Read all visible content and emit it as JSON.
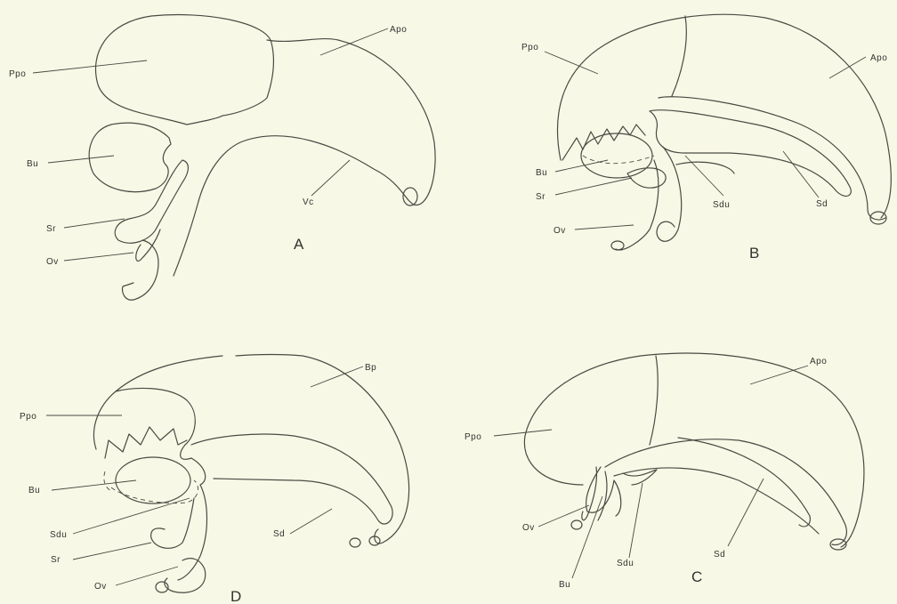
{
  "panels": {
    "A": {
      "letter": "A",
      "labels": {
        "ppo": "Ppo",
        "apo": "Apo",
        "bu": "Bu",
        "vc": "Vc",
        "sr": "Sr",
        "ov": "Ov"
      }
    },
    "B": {
      "letter": "B",
      "labels": {
        "ppo": "Ppo",
        "apo": "Apo",
        "bu": "Bu",
        "sr": "Sr",
        "sdu": "Sdu",
        "sd": "Sd",
        "ov": "Ov"
      }
    },
    "C": {
      "letter": "C",
      "labels": {
        "ppo": "Ppo",
        "apo": "Apo",
        "ov": "Ov",
        "sdu": "Sdu",
        "sd": "Sd",
        "bu": "Bu"
      }
    },
    "D": {
      "letter": "D",
      "labels": {
        "ppo": "Ppo",
        "bp": "Bp",
        "bu": "Bu",
        "sdu": "Sdu",
        "sr": "Sr",
        "sd": "Sd",
        "ov": "Ov"
      }
    }
  },
  "colors": {
    "background": "#f8f8e6",
    "line": "#4a4a44",
    "text": "#333330"
  }
}
